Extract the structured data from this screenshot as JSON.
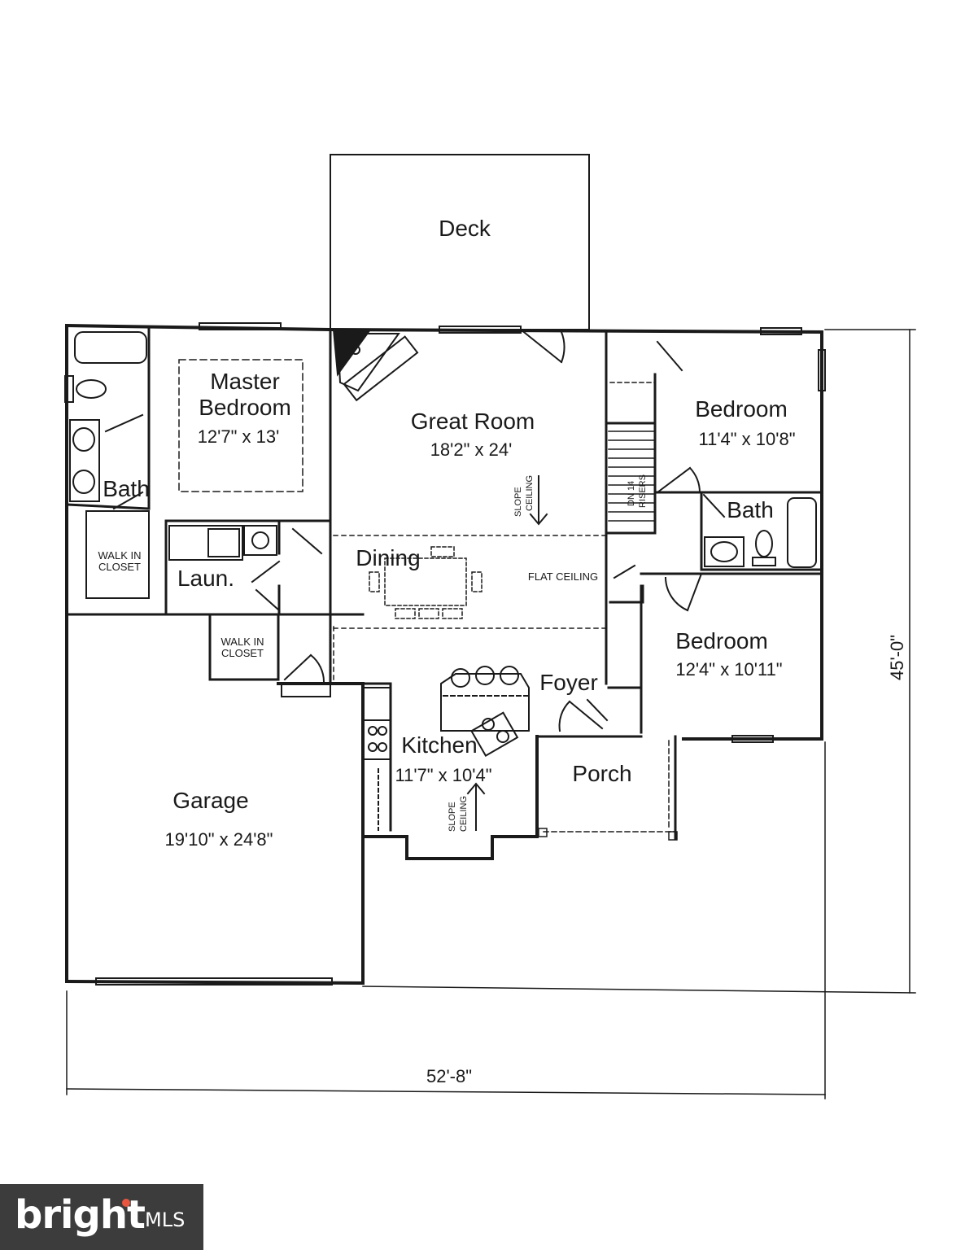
{
  "rooms": {
    "deck": "Deck",
    "master_bedroom": [
      "Master",
      "Bedroom"
    ],
    "master_bedroom_size": "12'7\" x 13'",
    "master_bath": "Bath",
    "walk_in_closet_1": [
      "WALK IN",
      "CLOSET"
    ],
    "laundry": "Laun.",
    "walk_in_closet_2": [
      "WALK IN",
      "CLOSET"
    ],
    "great_room": "Great Room",
    "great_room_size": "18'2\" x 24'",
    "slope_ceiling_1": [
      "SLOPE",
      "CEILING"
    ],
    "dining": "Dining",
    "flat_ceiling": "FLAT CEILING",
    "stairs": [
      "DN 14",
      "RISERS"
    ],
    "bedroom_1": "Bedroom",
    "bedroom_1_size": "11'4\" x 10'8\"",
    "bath_2": "Bath",
    "bedroom_2": "Bedroom",
    "bedroom_2_size": "12'4\" x 10'11\"",
    "foyer": "Foyer",
    "kitchen": "Kitchen",
    "kitchen_size": "11'7\" x 10'4\"",
    "slope_ceiling_2": [
      "SLOPE",
      "CEILING"
    ],
    "porch": "Porch",
    "garage": "Garage",
    "garage_size": "19'10\" x 24'8\""
  },
  "dimensions": {
    "width": "52'-8\"",
    "depth": "45'-0\""
  },
  "logo": {
    "brand": "bright",
    "suffix": "MLS"
  },
  "colors": {
    "line": "#1a1a1a",
    "logo_bg": "#3c3c3c",
    "logo_accent": "#e8563f"
  }
}
